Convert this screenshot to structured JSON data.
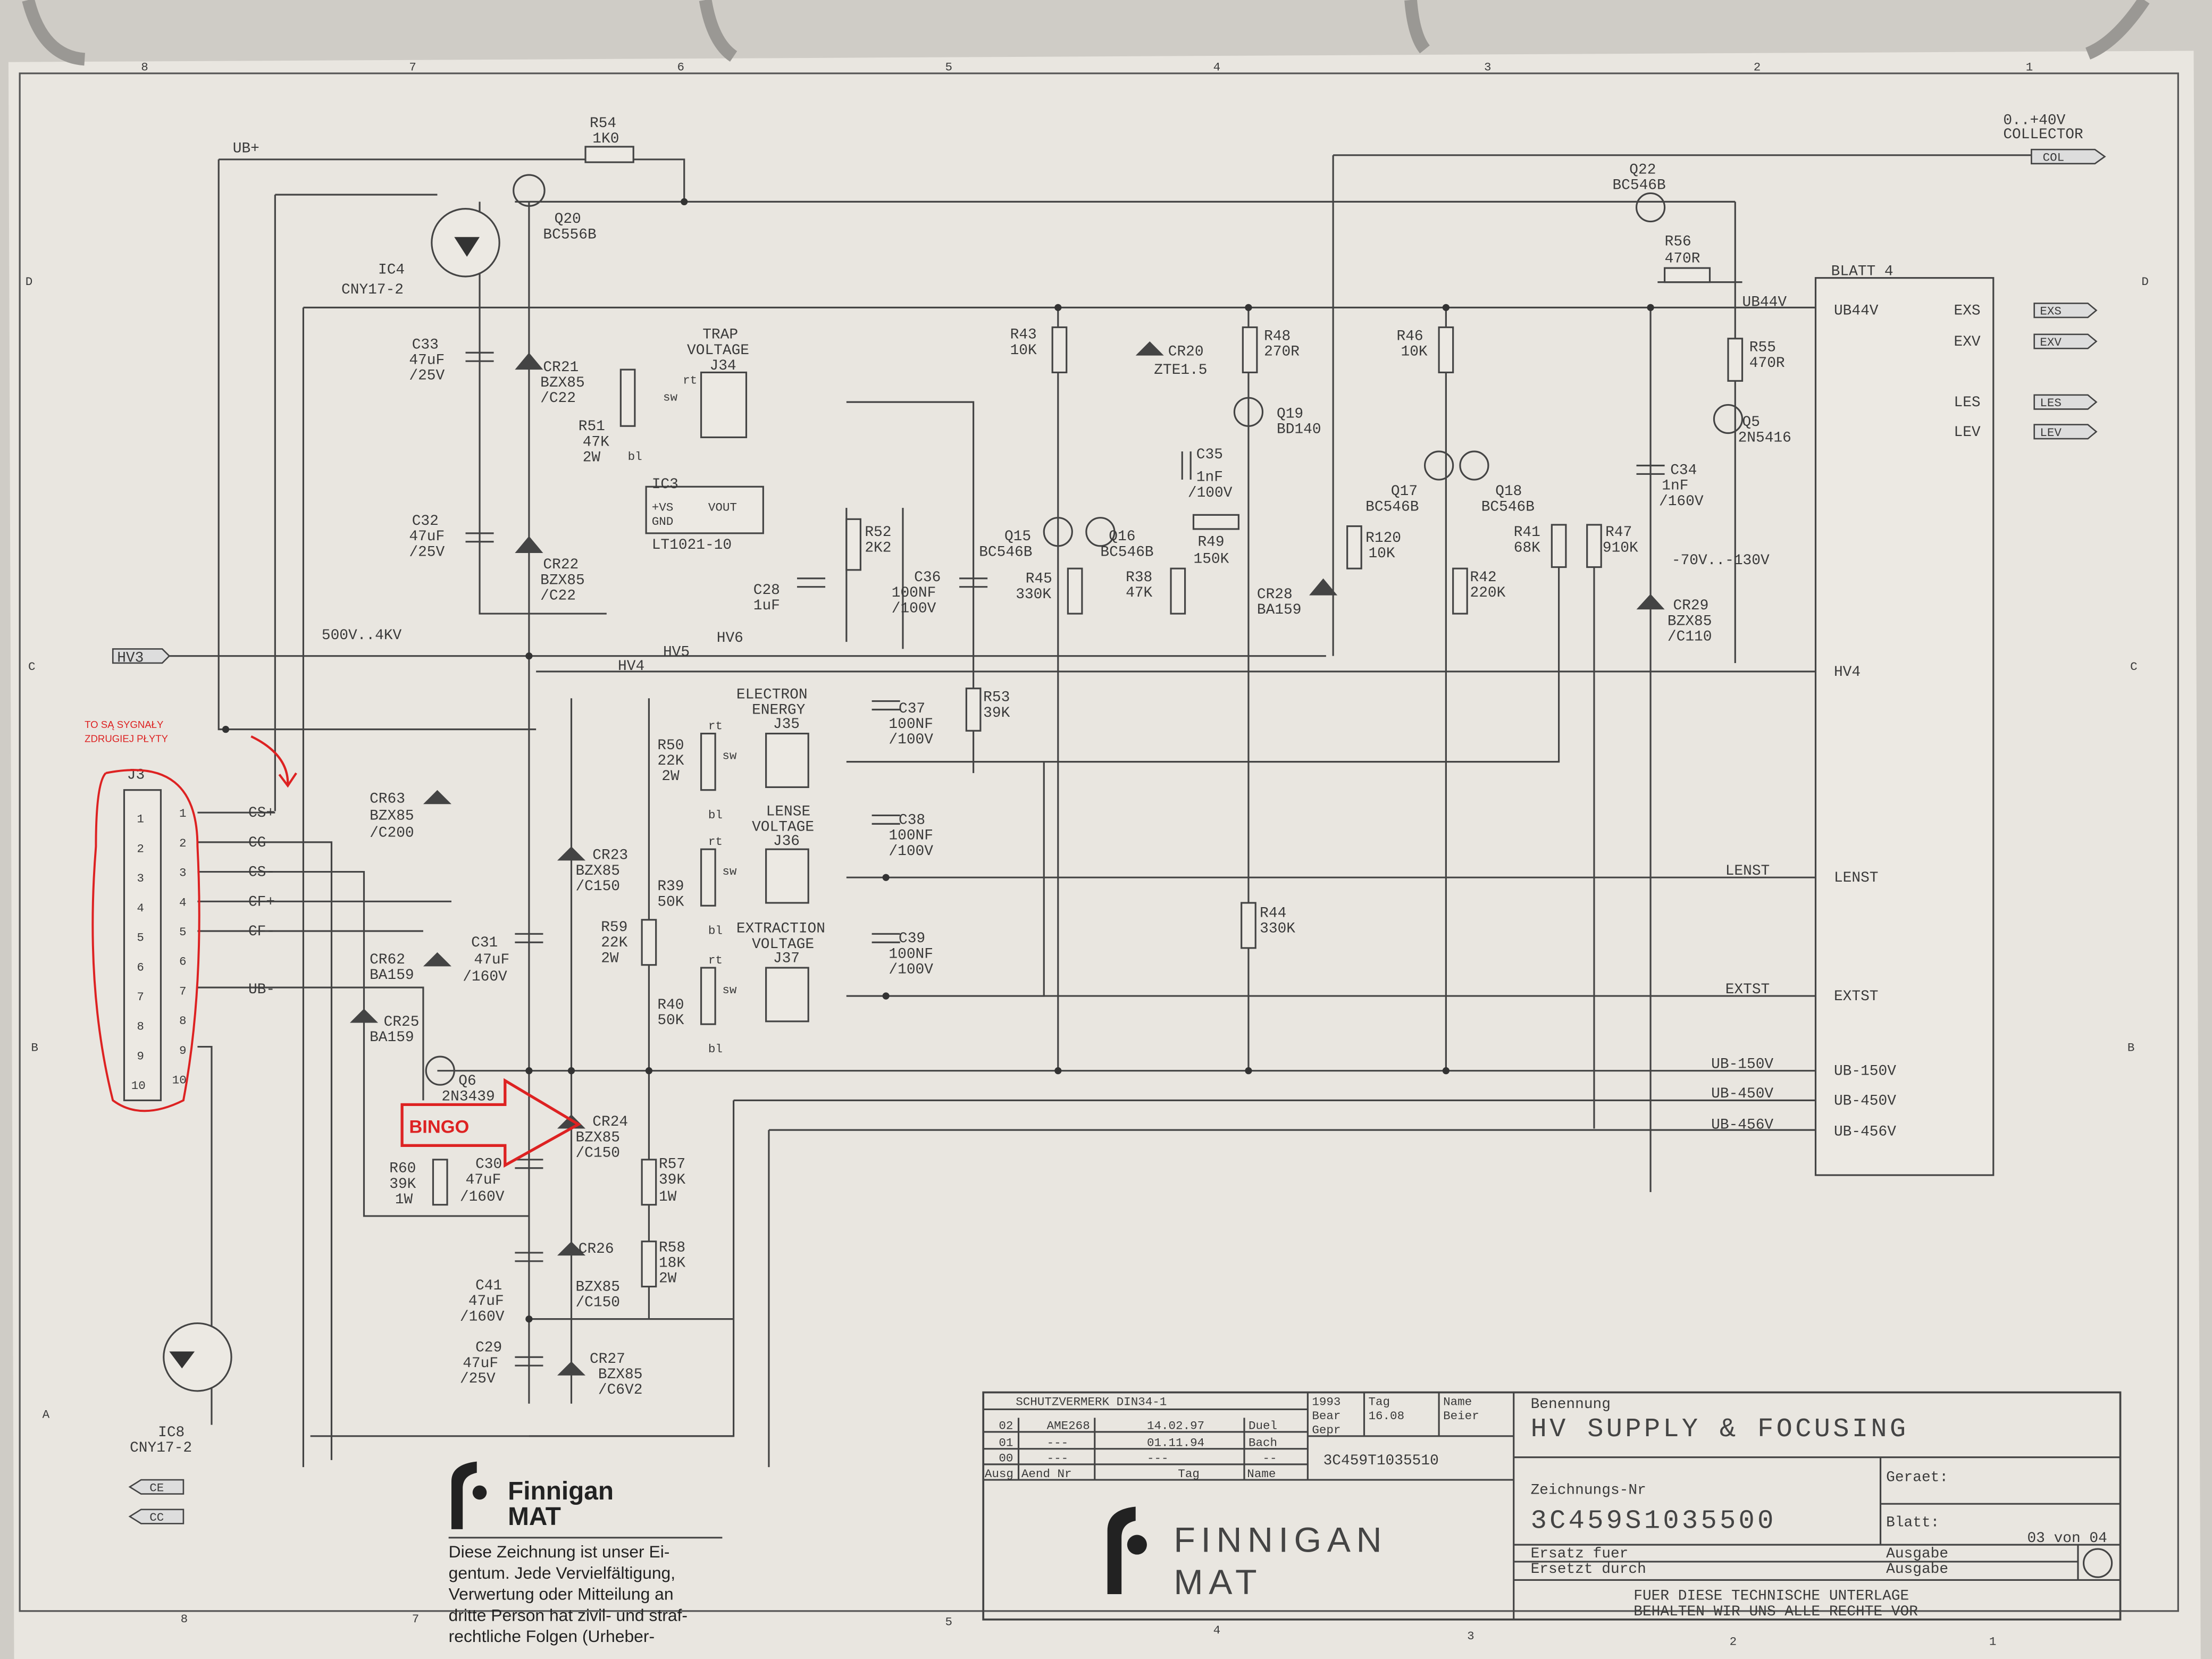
{
  "title_block": {
    "protection_note": "SCHUTZVERMERK DIN34-1",
    "year": "1993",
    "tag_header": "Tag",
    "name_header": "Name",
    "bear_label": "Bear",
    "bear_date": "16.08",
    "bear_name": "Beier",
    "gepr_label": "Gepr",
    "revisions": [
      {
        "ausg": "02",
        "aend": "AME268",
        "tag": "14.02.97",
        "name": "Duel"
      },
      {
        "ausg": "01",
        "aend": "---",
        "tag": "01.11.94",
        "name": "Bach"
      },
      {
        "ausg": "00",
        "aend": "---",
        "tag": "---",
        "name": "--"
      }
    ],
    "rev_headers": {
      "ausg": "Ausg",
      "aend": "Aend Nr",
      "tag": "Tag",
      "name": "Name"
    },
    "ref_number": "3C459T1035510",
    "benennung_label": "Benennung",
    "title": "HV SUPPLY & FOCUSING",
    "zeichnung_label": "Zeichnungs-Nr",
    "drawing_number": "3C459S1035500",
    "geraet_label": "Geraet:",
    "blatt_label": "Blatt:",
    "sheet": "03 von 04",
    "ersatz_fuer": "Ersatz fuer",
    "ersetzt_durch": "Ersetzt durch",
    "ausgabe1": "Ausgabe",
    "ausgabe2": "Ausgabe",
    "rights_line1": "FUER DIESE TECHNISCHE UNTERLAGE",
    "rights_line2": "BEHALTEN WIR UNS ALLE RECHTE VOR",
    "logo_line1": "FINNIGAN",
    "logo_line2": "MAT"
  },
  "copyright_notice": {
    "logo_line1": "Finnigan",
    "logo_line2": "MAT",
    "lines": [
      "Diese Zeichnung ist unser Ei-",
      "gentum. Jede Vervielfältigung,",
      "Verwertung oder Mitteilung an",
      "dritte Person hat zivil- und straf-",
      "rechtliche Folgen (Urheber-"
    ]
  },
  "annotations": {
    "note_line1": "TO SĄ SYGNAŁY",
    "note_line2": "ZDRUGIEJ PŁYTY",
    "bingo": "BINGO",
    "red": "#d22222"
  },
  "grid": {
    "columns": [
      "8",
      "7",
      "6",
      "5",
      "4",
      "3",
      "2",
      "1"
    ],
    "rows": [
      "D",
      "C",
      "B",
      "A"
    ]
  },
  "nets": {
    "ub_plus": "UB+",
    "ub_minus": "UB-",
    "hv3": "HV3",
    "hv4": "HV4",
    "hv5": "HV5",
    "hv6": "HV6",
    "hv_range": "500V..4KV",
    "ub44v": "UB44V",
    "col_range1": "0..+40V",
    "col_range2": "COLLECTOR",
    "col": "COL",
    "neg_range": "-70V..-130V",
    "blatt4": "BLATT 4",
    "lenst": "LENST",
    "extst": "EXTST",
    "ub150": "UB-150V",
    "ub450": "UB-450V",
    "ub456": "UB-456V",
    "exs": "EXS",
    "exv": "EXV",
    "les": "LES",
    "lev": "LEV",
    "ce": "CE",
    "cc": "CC",
    "cs_plus": "CS+",
    "cg": "CG",
    "cs_minus": "CS-",
    "cf_plus": "CF+",
    "cf_minus": "CF-"
  },
  "block_pins": [
    "UB44V",
    "EXS",
    "EXV",
    "LES",
    "LEV",
    "HV4",
    "LENST",
    "EXTST",
    "UB-150V",
    "UB-450V",
    "UB-456V"
  ],
  "connector_j3": {
    "ref": "J3",
    "pins": [
      "1",
      "2",
      "3",
      "4",
      "5",
      "6",
      "7",
      "8",
      "9",
      "10"
    ]
  },
  "components": {
    "R54": {
      "ref": "R54",
      "value": "1K0"
    },
    "Q20": {
      "ref": "Q20",
      "value": "BC556B"
    },
    "IC4": {
      "ref": "IC4",
      "value": "CNY17-2"
    },
    "C33": {
      "ref": "C33",
      "value": "47uF",
      "rating": "/25V"
    },
    "CR21": {
      "ref": "CR21",
      "value": "BZX85",
      "rating": "/C22"
    },
    "J34": {
      "ref": "J34",
      "label1": "TRAP",
      "label2": "VOLTAGE"
    },
    "R51": {
      "ref": "R51",
      "value": "47K",
      "rating": "2W"
    },
    "IC3": {
      "ref": "IC3",
      "value": "LT1021-10",
      "pin_vs": "+VS",
      "pin_out": "VOUT",
      "pin_gnd": "GND"
    },
    "C32": {
      "ref": "C32",
      "value": "47uF",
      "rating": "/25V"
    },
    "CR22": {
      "ref": "CR22",
      "value": "BZX85",
      "rating": "/C22"
    },
    "C28": {
      "ref": "C28",
      "value": "1uF"
    },
    "R52": {
      "ref": "R52",
      "value": "2K2"
    },
    "C36": {
      "ref": "C36",
      "value": "100NF",
      "rating": "/100V"
    },
    "R43": {
      "ref": "R43",
      "value": "10K"
    },
    "CR20": {
      "ref": "CR20",
      "value": "ZTE1.5"
    },
    "R48": {
      "ref": "R48",
      "value": "270R"
    },
    "Q19": {
      "ref": "Q19",
      "value": "BD140"
    },
    "C35": {
      "ref": "C35",
      "value": "1nF",
      "rating": "/100V"
    },
    "Q15": {
      "ref": "Q15",
      "value": "BC546B"
    },
    "Q16": {
      "ref": "Q16",
      "value": "BC546B"
    },
    "R49": {
      "ref": "R49",
      "value": "150K"
    },
    "R45": {
      "ref": "R45",
      "value": "330K"
    },
    "R38": {
      "ref": "R38",
      "value": "47K"
    },
    "CR28": {
      "ref": "CR28",
      "value": "BA159"
    },
    "R46": {
      "ref": "R46",
      "value": "10K"
    },
    "Q17": {
      "ref": "Q17",
      "value": "BC546B"
    },
    "Q18": {
      "ref": "Q18",
      "value": "BC546B"
    },
    "R120": {
      "ref": "R120",
      "value": "10K"
    },
    "R41": {
      "ref": "R41",
      "value": "68K"
    },
    "R47": {
      "ref": "R47",
      "value": "910K"
    },
    "R42": {
      "ref": "R42",
      "value": "220K"
    },
    "Q22": {
      "ref": "Q22",
      "value": "BC546B"
    },
    "R56": {
      "ref": "R56",
      "value": "470R"
    },
    "R55": {
      "ref": "R55",
      "value": "470R"
    },
    "Q5": {
      "ref": "Q5",
      "value": "2N5416"
    },
    "C34": {
      "ref": "C34",
      "value": "1nF",
      "rating": "/160V"
    },
    "CR29": {
      "ref": "CR29",
      "value": "BZX85",
      "rating": "/C110"
    },
    "J35": {
      "ref": "J35",
      "label1": "ELECTRON",
      "label2": "ENERGY"
    },
    "R50": {
      "ref": "R50",
      "value": "22K",
      "rating": "2W"
    },
    "C37": {
      "ref": "C37",
      "value": "100NF",
      "rating": "/100V"
    },
    "R53": {
      "ref": "R53",
      "value": "39K"
    },
    "J36": {
      "ref": "J36",
      "label1": "LENSE",
      "label2": "VOLTAGE"
    },
    "C38": {
      "ref": "C38",
      "value": "100NF",
      "rating": "/100V"
    },
    "R39": {
      "ref": "R39",
      "value": "50K"
    },
    "J37": {
      "ref": "J37",
      "label1": "EXTRACTION",
      "label2": "VOLTAGE"
    },
    "C39": {
      "ref": "C39",
      "value": "100NF",
      "rating": "/100V"
    },
    "R40": {
      "ref": "R40",
      "value": "50K"
    },
    "R44": {
      "ref": "R44",
      "value": "330K"
    },
    "CR63": {
      "ref": "CR63",
      "value": "BZX85",
      "rating": "/C200"
    },
    "CR62": {
      "ref": "CR62",
      "value": "BA159"
    },
    "CR25": {
      "ref": "CR25",
      "value": "BA159"
    },
    "Q6": {
      "ref": "Q6",
      "value": "2N3439"
    },
    "CR23": {
      "ref": "CR23",
      "value": "BZX85",
      "rating": "/C150"
    },
    "C31": {
      "ref": "C31",
      "value": "47uF",
      "rating": "/160V"
    },
    "R59": {
      "ref": "R59",
      "value": "22K",
      "rating": "2W"
    },
    "CR24": {
      "ref": "CR24",
      "value": "BZX85",
      "rating": "/C150"
    },
    "R60": {
      "ref": "R60",
      "value": "39K",
      "rating": "1W"
    },
    "C30": {
      "ref": "C30",
      "value": "47uF",
      "rating": "/160V"
    },
    "R57": {
      "ref": "R57",
      "value": "39K",
      "rating": "1W"
    },
    "CR26": {
      "ref": "CR26",
      "value": "BZX85",
      "rating": "/C150"
    },
    "R58": {
      "ref": "R58",
      "value": "18K",
      "rating": "2W"
    },
    "C41": {
      "ref": "C41",
      "value": "47uF",
      "rating": "/160V"
    },
    "C29": {
      "ref": "C29",
      "value": "47uF",
      "rating": "/25V"
    },
    "CR27": {
      "ref": "CR27",
      "value": "BZX85",
      "rating": "/C6V2"
    },
    "IC8": {
      "ref": "IC8",
      "value": "CNY17-2"
    }
  },
  "pot_labels": {
    "rt": "rt",
    "sw": "sw",
    "bl": "bl"
  }
}
